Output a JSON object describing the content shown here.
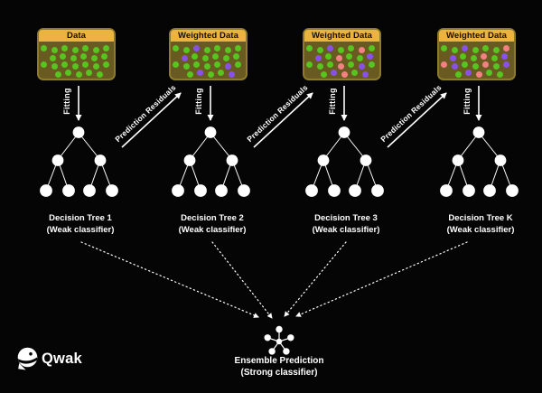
{
  "title": "Gradient boosting ensemble diagram",
  "colors": {
    "background": "#050505",
    "box_header_bg": "#ebb440",
    "box_body_bg": "#685a20",
    "box_border": "#8d7b2d",
    "dot_green": "#57c41f",
    "dot_purple": "#8952e6",
    "dot_pink": "#f38083",
    "line_white": "#ffffff"
  },
  "columns": [
    {
      "box_title": "Data",
      "fitting_label": "Fitting",
      "tree_name": "Decision Tree 1",
      "tree_subtitle": "(Weak classifier)",
      "dot_rows": [
        "ggggggg",
        "gggggg",
        "ggggggg",
        "ggggg"
      ]
    },
    {
      "box_title": "Weighted Data",
      "fitting_label": "Fitting",
      "tree_name": "Decision Tree 2",
      "tree_subtitle": "(Weak classifier)",
      "dot_rows": [
        "ggpgggg",
        "pggggg",
        "gggggpg",
        "gpggp"
      ]
    },
    {
      "box_title": "Weighted Data",
      "fitting_label": "Fitting",
      "tree_name": "Decision Tree 3",
      "tree_subtitle": "(Weak classifier)",
      "dot_rows": [
        "ggpggrg",
        "pgrggp",
        "gggrgpg",
        "gprgp"
      ]
    },
    {
      "box_title": "Weighted Data",
      "fitting_label": "Fitting",
      "tree_name": "Decision Tree K",
      "tree_subtitle": "(Weak classifier)",
      "dot_rows": [
        "ggpgggr",
        "pggrgp",
        "rpggrgp",
        "gprgg"
      ]
    }
  ],
  "residual_arrows": [
    {
      "label": "Prediction Residuals"
    },
    {
      "label": "Prediction Residuals"
    },
    {
      "label": "Prediction Residuals"
    }
  ],
  "ensemble": {
    "title": "Ensemble Prediction",
    "subtitle": "(Strong classifier)",
    "icon": "network-hub-icon"
  },
  "logo": {
    "text": "Qwak",
    "icon": "qwak-duck-icon"
  }
}
